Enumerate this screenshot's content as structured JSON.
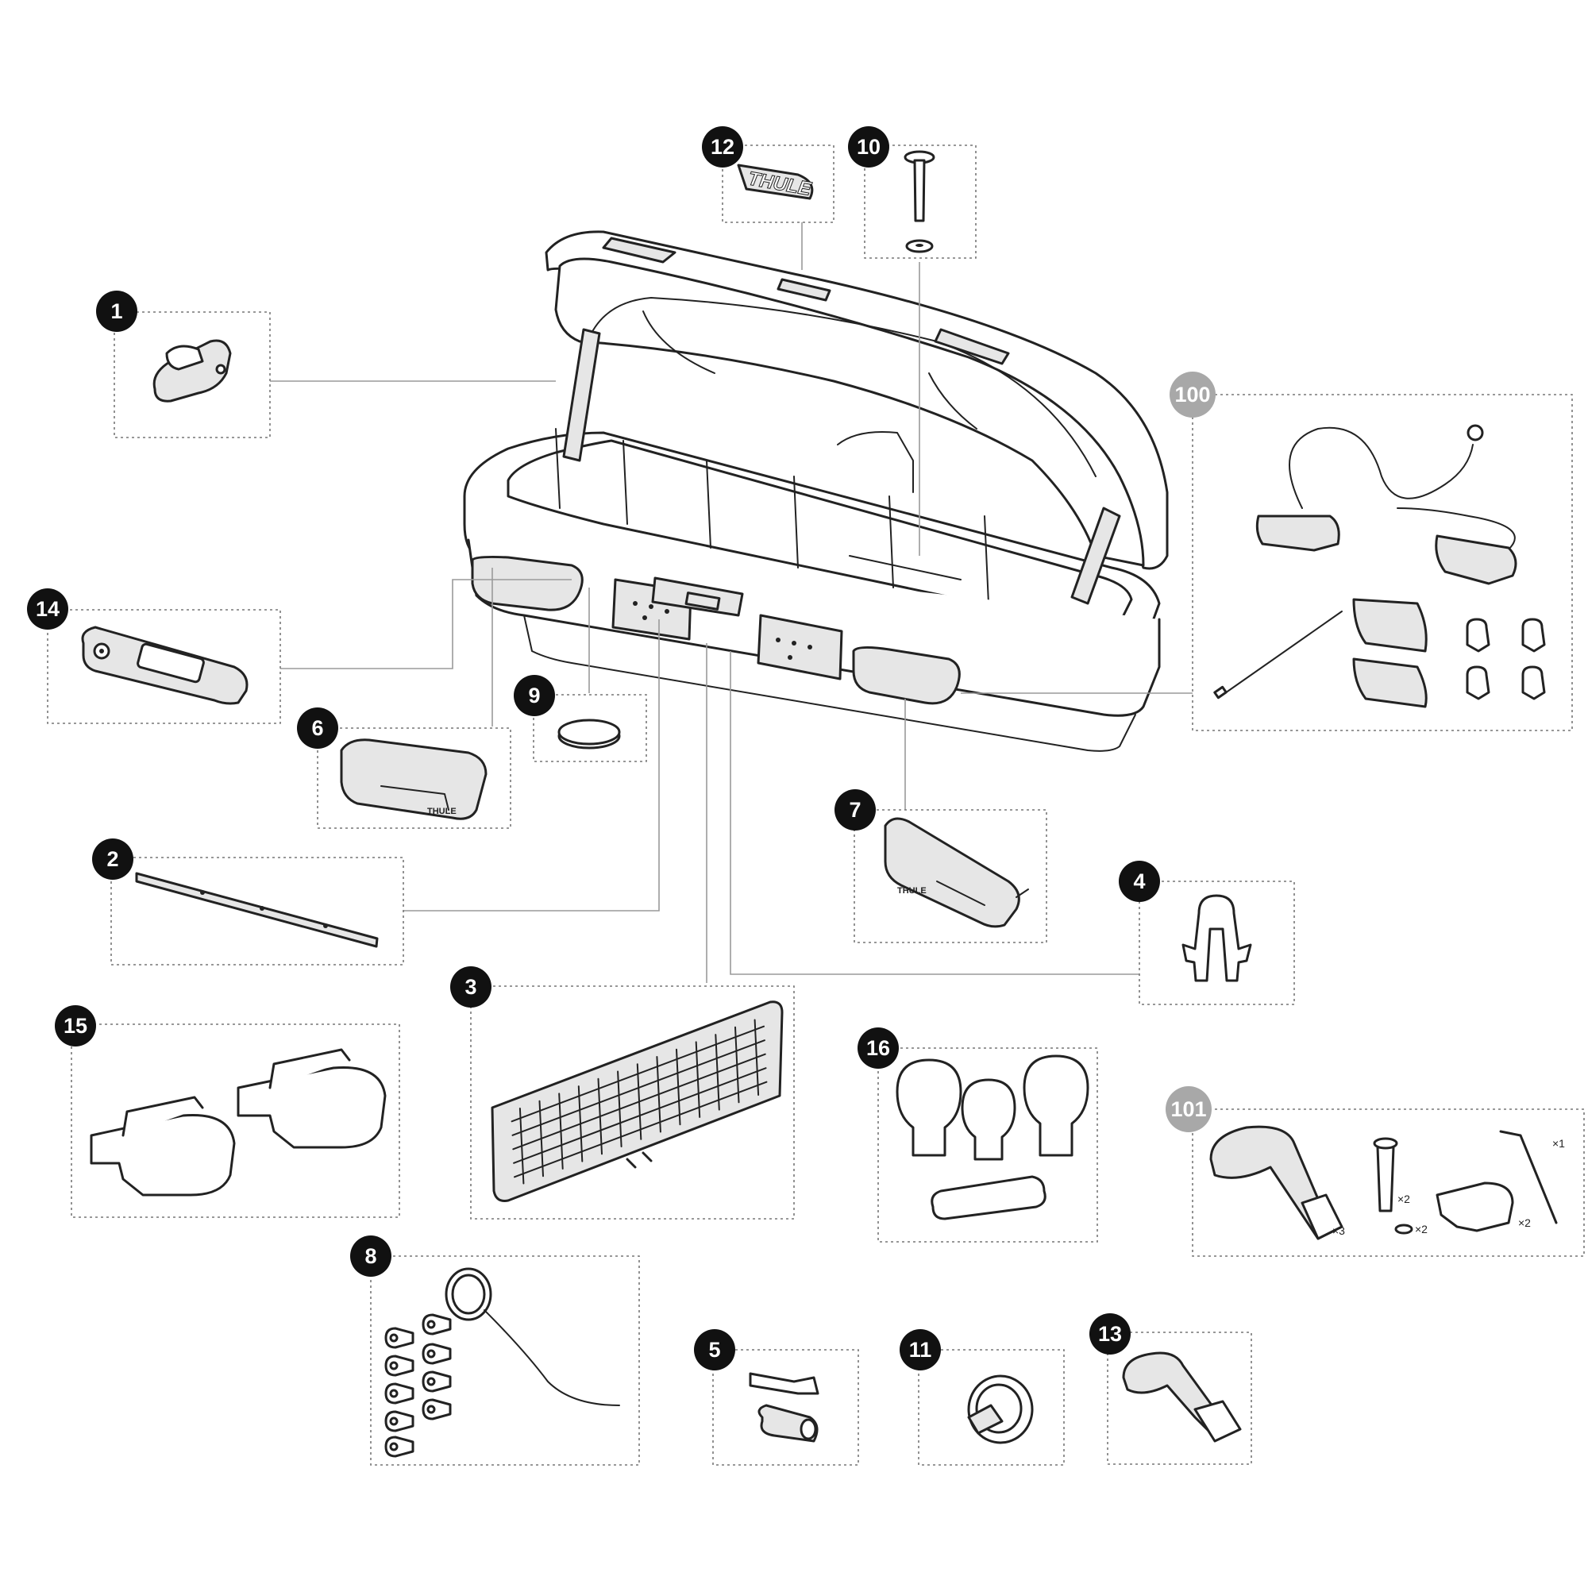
{
  "callouts": {
    "c1": "1",
    "c2": "2",
    "c3": "3",
    "c4": "4",
    "c5": "5",
    "c6": "6",
    "c7": "7",
    "c8": "8",
    "c9": "9",
    "c10": "10",
    "c11": "11",
    "c12": "12",
    "c13": "13",
    "c14": "14",
    "c15": "15",
    "c16": "16",
    "c100": "100",
    "c101": "101"
  },
  "quantities": {
    "strap": "×3",
    "bolt": "×2",
    "washer": "×2",
    "foot": "×2",
    "key": "×1"
  },
  "labels": {
    "logo": "THULE",
    "cover_logo_6": "THULE",
    "cover_logo_7": "THULE"
  },
  "colors": {
    "badge": "#111111",
    "badge_kit": "#a8a8a8",
    "line": "#222222"
  }
}
